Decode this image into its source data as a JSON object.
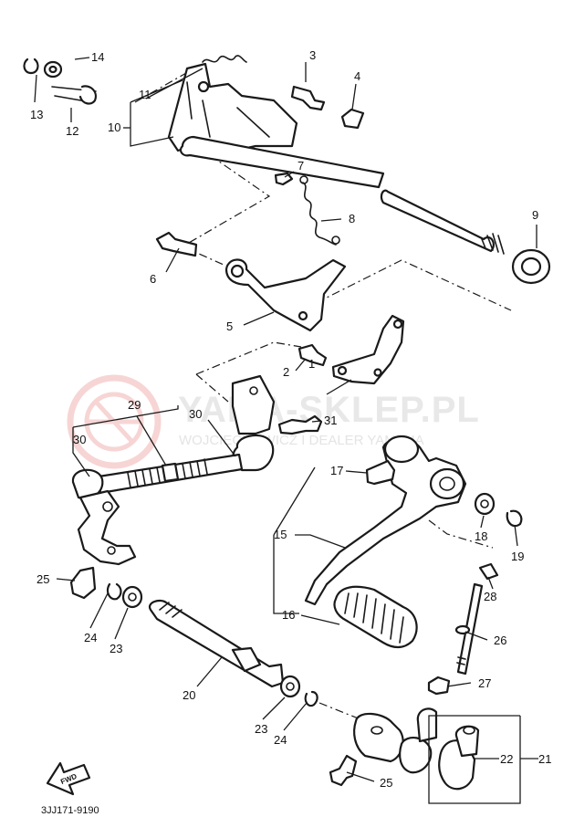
{
  "watermark": {
    "title": "YAMA-SKLEP.PL",
    "subtitle": "WOJCIECHOWICZ I DEALER YAMAHA",
    "logo_color": "#f2b3b3"
  },
  "diagram_code": "3JJ171-9190",
  "direction_arrow": "FWD",
  "callouts": [
    {
      "id": "c1",
      "text": "1"
    },
    {
      "id": "c2",
      "text": "2"
    },
    {
      "id": "c3",
      "text": "3"
    },
    {
      "id": "c4",
      "text": "4"
    },
    {
      "id": "c5",
      "text": "5"
    },
    {
      "id": "c6",
      "text": "6"
    },
    {
      "id": "c7",
      "text": "7"
    },
    {
      "id": "c8",
      "text": "8"
    },
    {
      "id": "c9",
      "text": "9"
    },
    {
      "id": "c10",
      "text": "10"
    },
    {
      "id": "c11",
      "text": "11"
    },
    {
      "id": "c12",
      "text": "12"
    },
    {
      "id": "c13",
      "text": "13"
    },
    {
      "id": "c14",
      "text": "14"
    },
    {
      "id": "c15",
      "text": "15"
    },
    {
      "id": "c16",
      "text": "16"
    },
    {
      "id": "c17",
      "text": "17"
    },
    {
      "id": "c18",
      "text": "18"
    },
    {
      "id": "c19",
      "text": "19"
    },
    {
      "id": "c20",
      "text": "20"
    },
    {
      "id": "c21",
      "text": "21"
    },
    {
      "id": "c22",
      "text": "22"
    },
    {
      "id": "c23a",
      "text": "23"
    },
    {
      "id": "c23b",
      "text": "23"
    },
    {
      "id": "c24a",
      "text": "24"
    },
    {
      "id": "c24b",
      "text": "24"
    },
    {
      "id": "c25a",
      "text": "25"
    },
    {
      "id": "c25b",
      "text": "25"
    },
    {
      "id": "c26",
      "text": "26"
    },
    {
      "id": "c27",
      "text": "27"
    },
    {
      "id": "c28",
      "text": "28"
    },
    {
      "id": "c29",
      "text": "29"
    },
    {
      "id": "c30a",
      "text": "30"
    },
    {
      "id": "c30b",
      "text": "30"
    },
    {
      "id": "c31",
      "text": "31"
    }
  ]
}
